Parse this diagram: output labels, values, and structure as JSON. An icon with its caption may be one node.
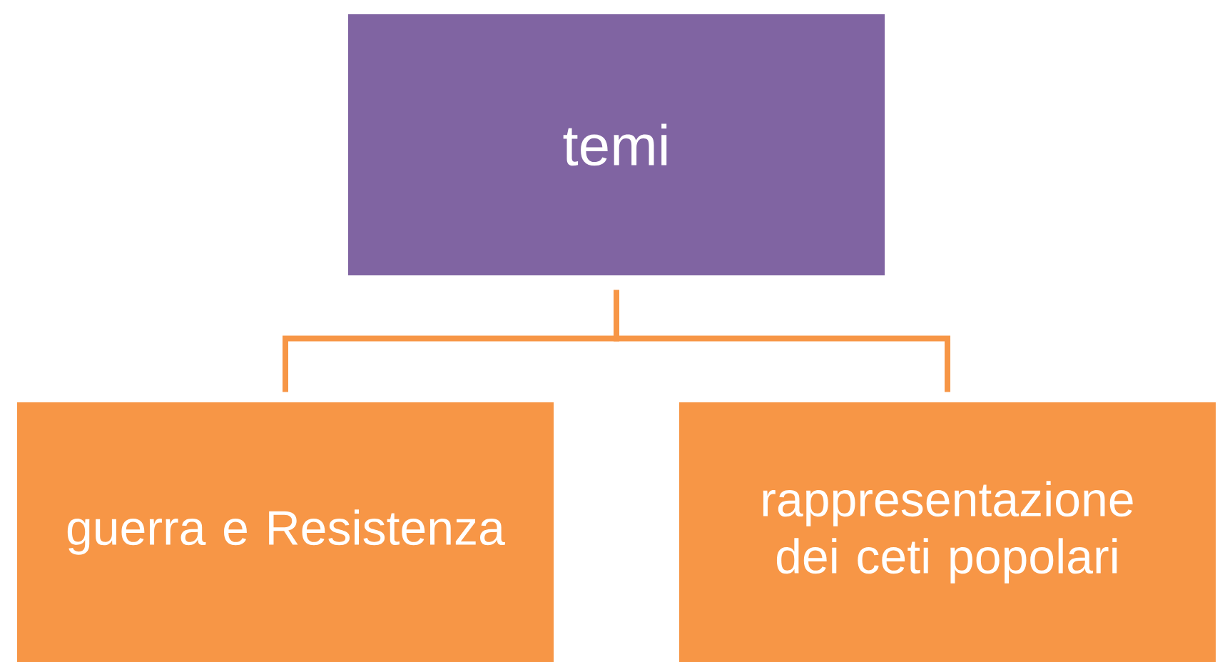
{
  "diagram": {
    "nodes": [
      {
        "text": [
          "temi"
        ]
      },
      {
        "text": [
          "guerra e Resistenza"
        ]
      },
      {
        "text": [
          "rappresentazione dei ceti popolari"
        ]
      }
    ],
    "edges": [
      {
        "from": 0,
        "to": 1,
        "arrow": "none"
      },
      {
        "from": 0,
        "to": 2,
        "arrow": "none"
      }
    ]
  }
}
